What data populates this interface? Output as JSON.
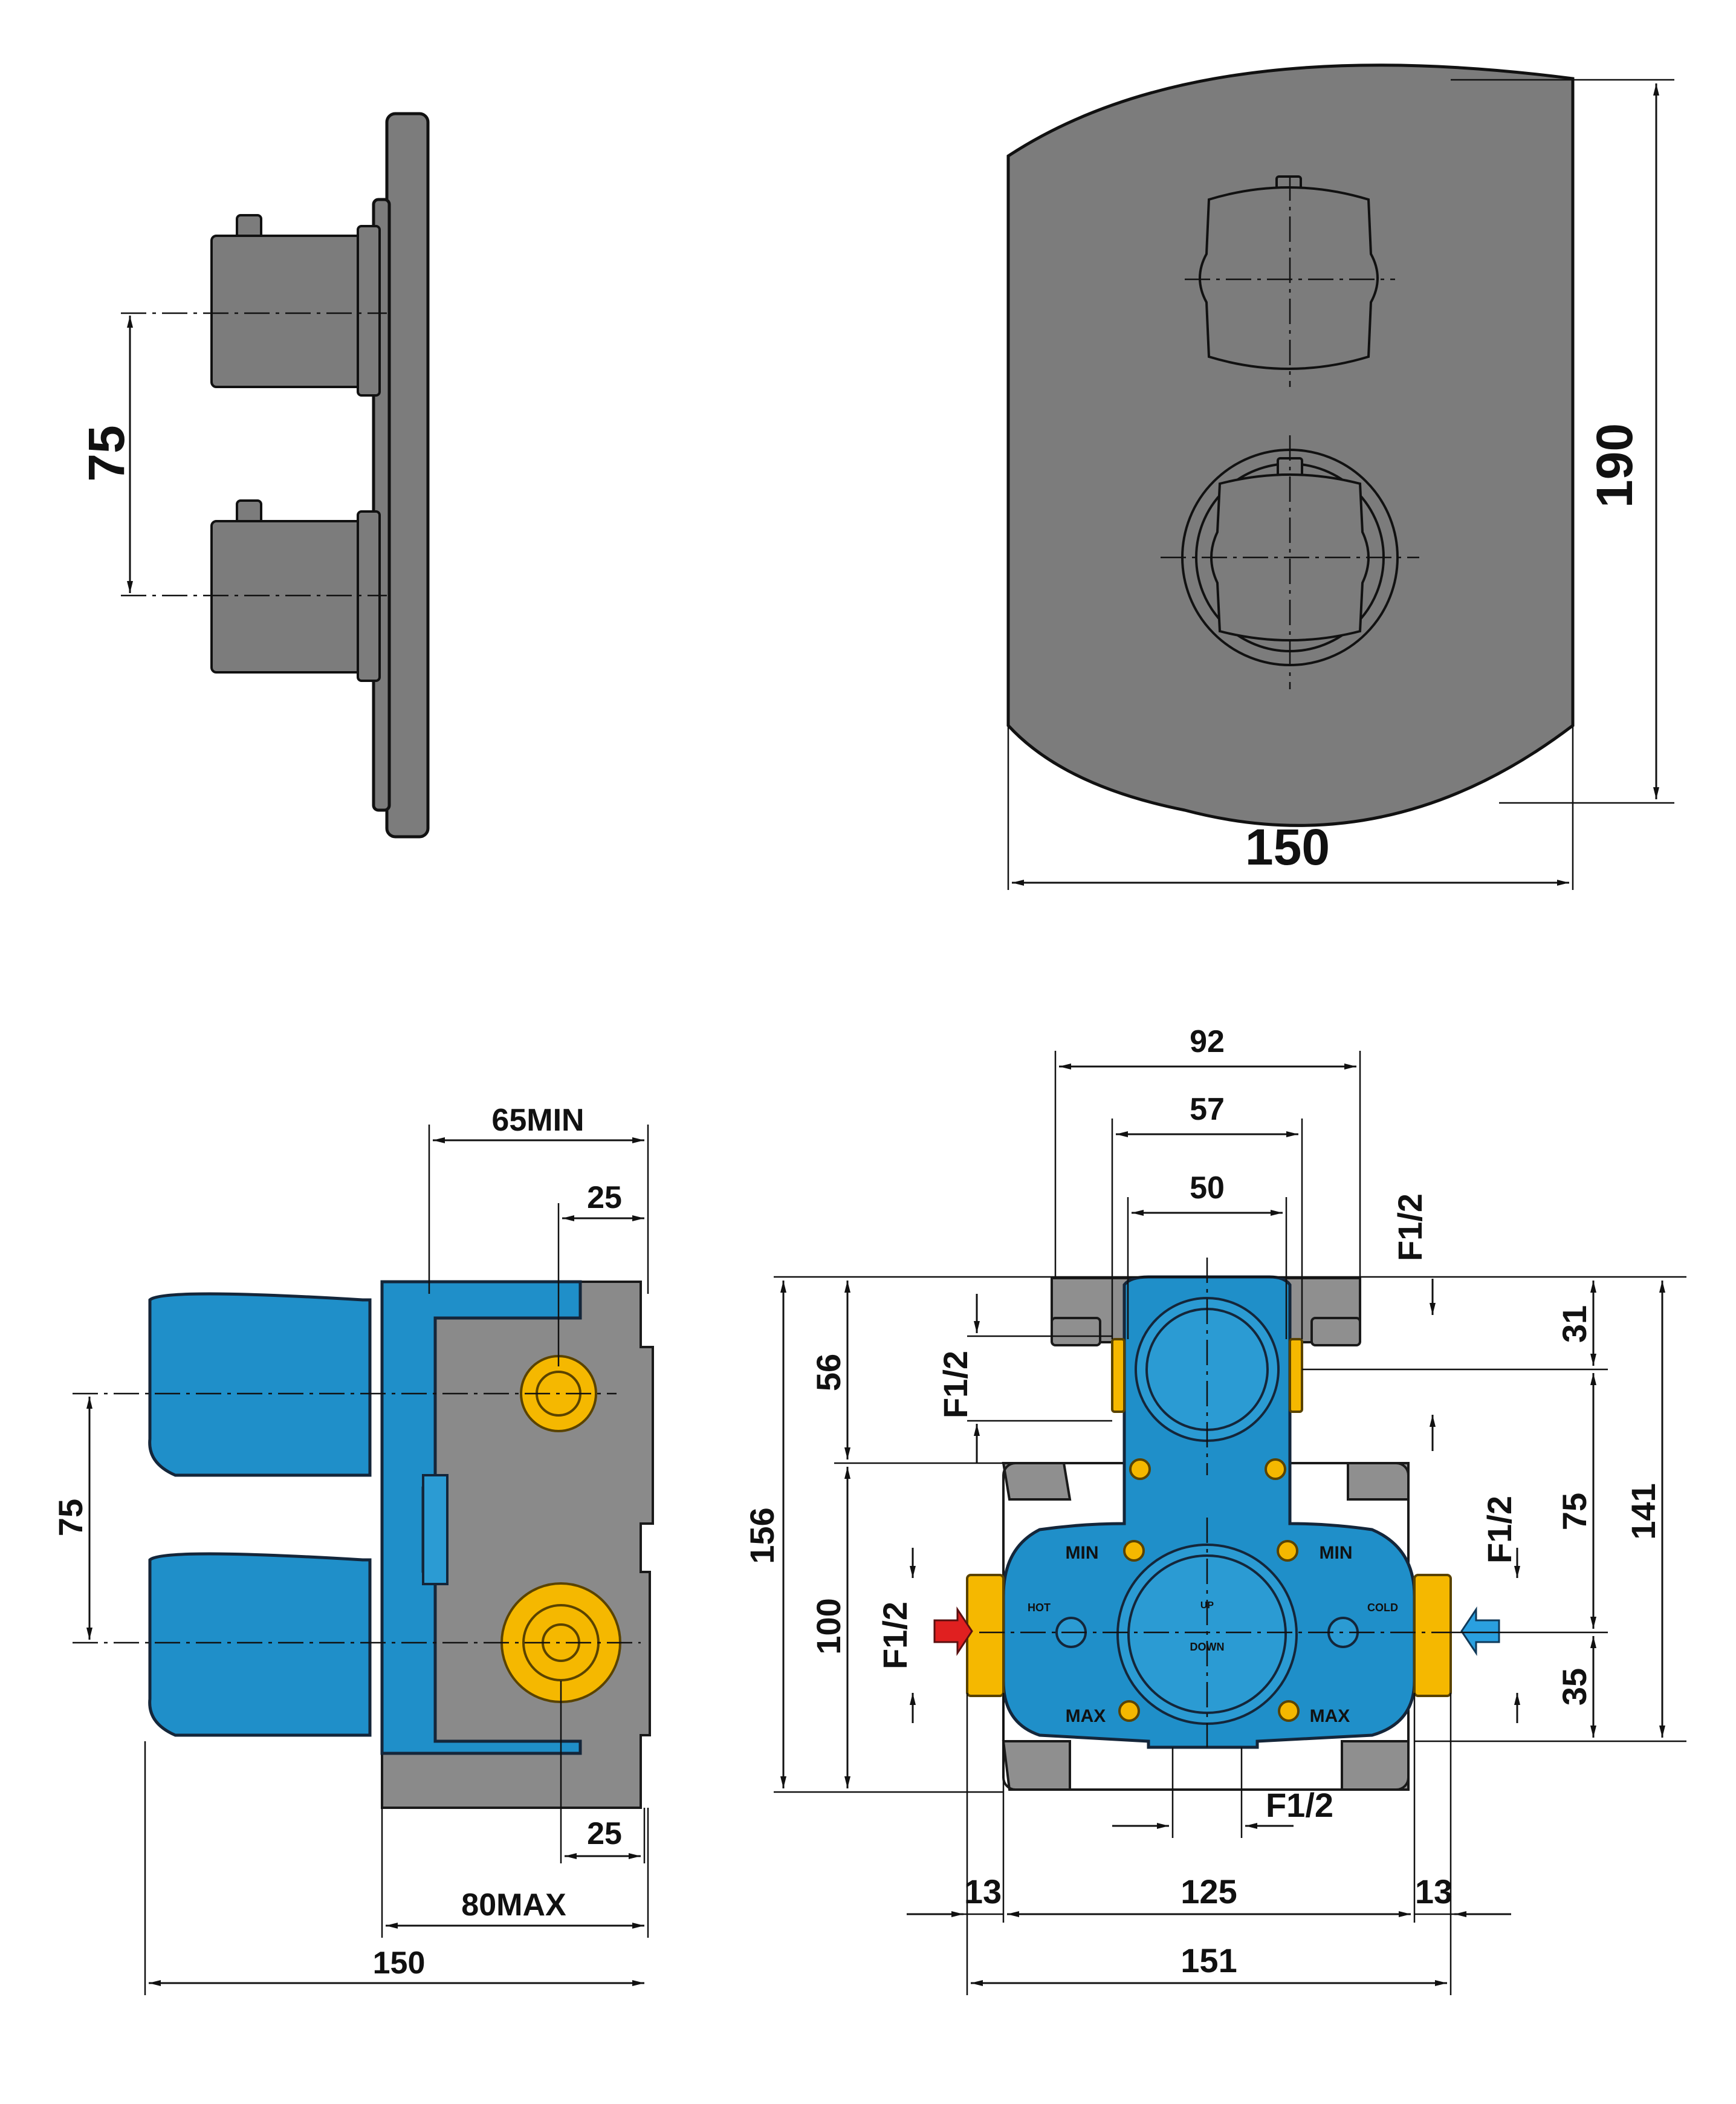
{
  "views": {
    "side_cover": {
      "dimensions": {
        "knob_spacing": "75"
      }
    },
    "front_cover": {
      "dimensions": {
        "width": "150",
        "height": "190"
      }
    },
    "side_body": {
      "dimensions": {
        "min_depth": "65MIN",
        "top_offset": "25",
        "bottom_offset": "25",
        "max_depth": "80MAX",
        "total_width": "150",
        "spacing": "75"
      }
    },
    "front_body": {
      "dimensions": {
        "top_width": "92",
        "width_57": "57",
        "width_50": "50",
        "outlet_top": "F1/2",
        "left_f12_top": "F1/2",
        "dim_56": "56",
        "dim_156": "156",
        "dim_100": "100",
        "left_f12_inlet": "F1/2",
        "right_f12_inlet": "F1/2",
        "dim_31": "31",
        "dim_75": "75",
        "dim_141": "141",
        "dim_35": "35",
        "bottom_outlet": "F1/2",
        "left_13": "13",
        "center_125": "125",
        "right_13": "13",
        "overall_151": "151"
      },
      "labels": {
        "min_left": "MIN",
        "min_right": "MIN",
        "max_left": "MAX",
        "max_right": "MAX",
        "hot": "HOT",
        "cold": "COLD",
        "up": "UP",
        "down": "DOWN"
      }
    }
  },
  "colors": {
    "cover": "#7c7c7c",
    "body_blue": "#1f8fc9",
    "housing_grey": "#8a8a8a",
    "fitting_yellow": "#f5b800",
    "hot_arrow": "#e02020",
    "cold_arrow": "#2aa0e0"
  }
}
